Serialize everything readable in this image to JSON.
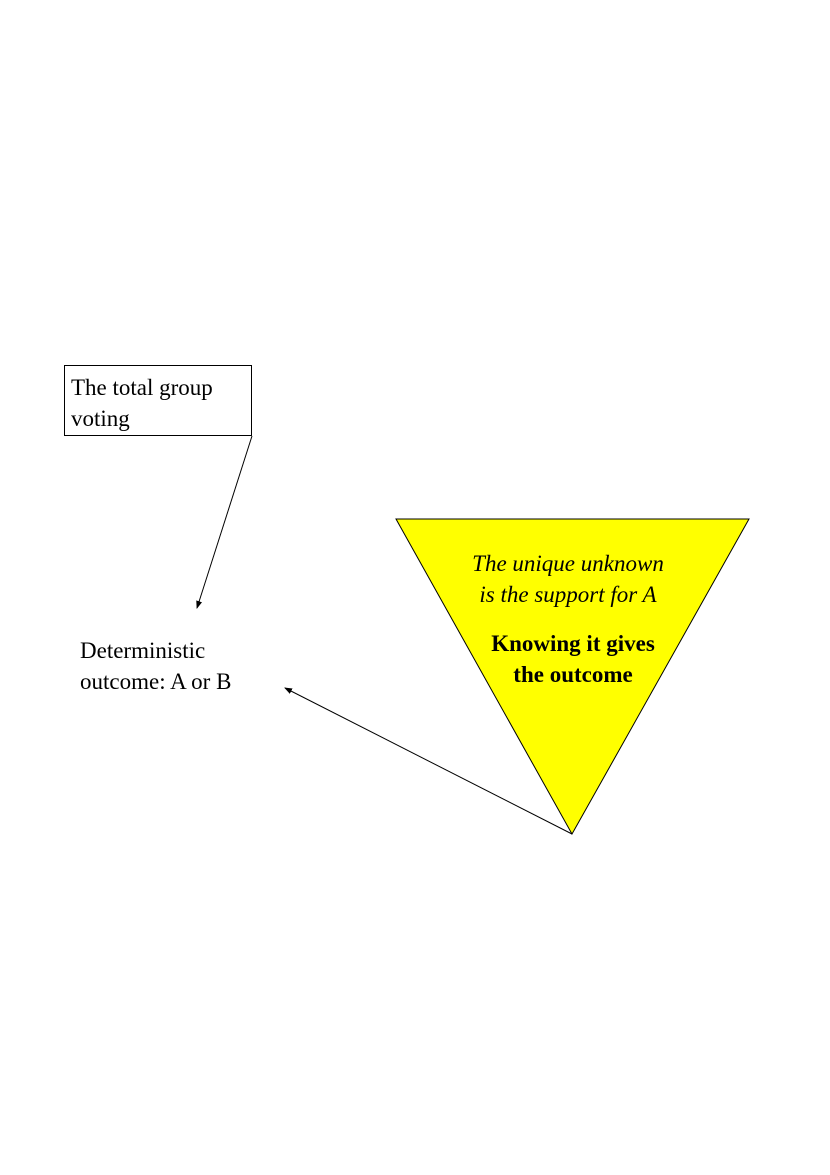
{
  "diagram": {
    "colors": {
      "triangle_fill": "#ffff00",
      "stroke": "#000000",
      "background": "#ffffff"
    },
    "nodes": {
      "group_box": {
        "line1": "The total group",
        "line2": "voting"
      },
      "outcome": {
        "line1": "Deterministic",
        "line2": "outcome: A or B"
      },
      "triangle": {
        "italic_line1": "The unique unknown",
        "italic_line2": "is the support for A",
        "bold_line1": "Knowing it gives",
        "bold_line2": "the outcome"
      }
    },
    "edges": [
      {
        "from": "group_box",
        "to": "outcome"
      },
      {
        "from": "triangle",
        "to": "outcome"
      }
    ]
  }
}
